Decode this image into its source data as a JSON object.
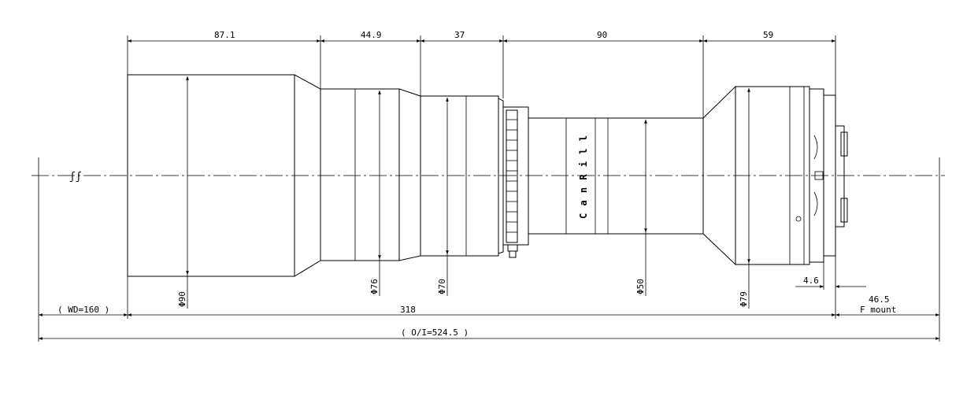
{
  "drawing": {
    "top_dimensions": [
      "87.1",
      "44.9",
      "37",
      "90",
      "59"
    ],
    "diameters": [
      "Φ90",
      "Φ76",
      "Φ70",
      "Φ50",
      "Φ79"
    ],
    "bottom": {
      "wd": "( WD=160 )",
      "length": "318",
      "oi": "( O/I=524.5 )",
      "flange": "4.6",
      "mount_dist": "46.5",
      "mount": "F mount"
    },
    "brand_text": "C a n R i l l"
  }
}
